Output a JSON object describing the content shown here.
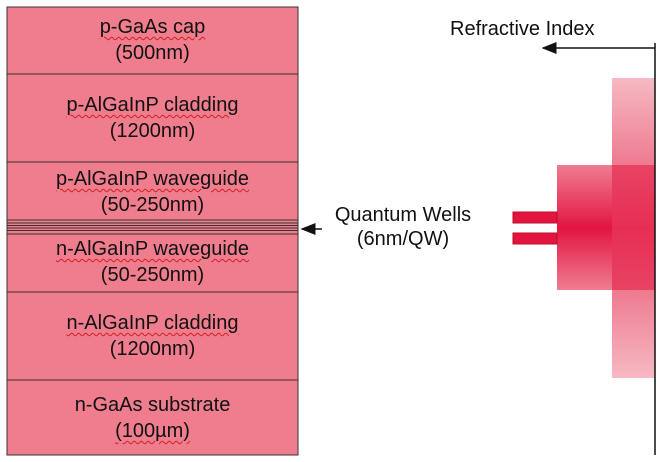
{
  "diagram": {
    "layers": [
      {
        "name": "p-GaAs cap",
        "thickness": "(500nm)"
      },
      {
        "name": "p-AlGaInP cladding",
        "thickness": "(1200nm)"
      },
      {
        "name": "p-AlGaInP waveguide",
        "thickness": "(50-250nm)"
      },
      {
        "name": "n-AlGaInP waveguide",
        "thickness": "(50-250nm)"
      },
      {
        "name": "n-AlGaInP cladding",
        "thickness": "(1200nm)"
      },
      {
        "name": "n-GaAs substrate",
        "thickness": "(100µm)"
      }
    ],
    "quantum_wells": {
      "label": "Quantum Wells",
      "sublabel": "(6nm/QW)"
    },
    "refractive_index_label": "Refractive Index"
  },
  "colors": {
    "layer_fill": "#f07d8e",
    "layer_border": "#333333",
    "profile_dark": "#e3153f",
    "profile_light": "#f5aab7",
    "arrow": "#111111"
  }
}
